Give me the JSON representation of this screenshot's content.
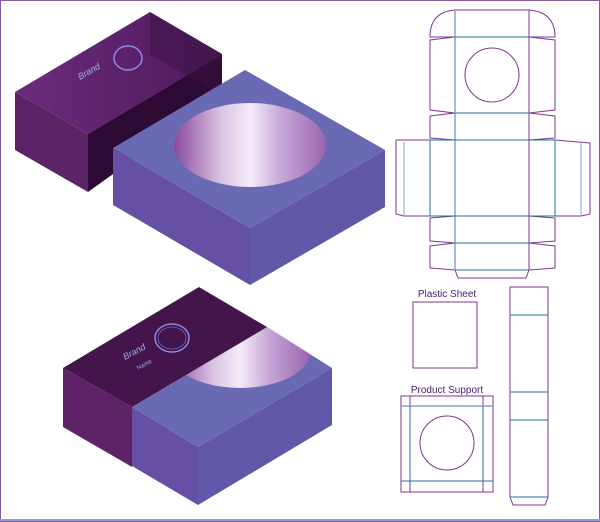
{
  "labels": {
    "plastic_sheet": "Plastic Sheet",
    "product_support": "Product Support"
  },
  "logo_text": {
    "brand": "Brand",
    "sub": "Name"
  },
  "colors": {
    "sleeve_dark": "#44154a",
    "sleeve_mid": "#6a2c74",
    "box_top": "#6a6ab4",
    "box_left": "#6650a6",
    "box_right": "#6158aa",
    "cut_line": "#7a3a8e",
    "fold_line": "#2a6fa0"
  }
}
